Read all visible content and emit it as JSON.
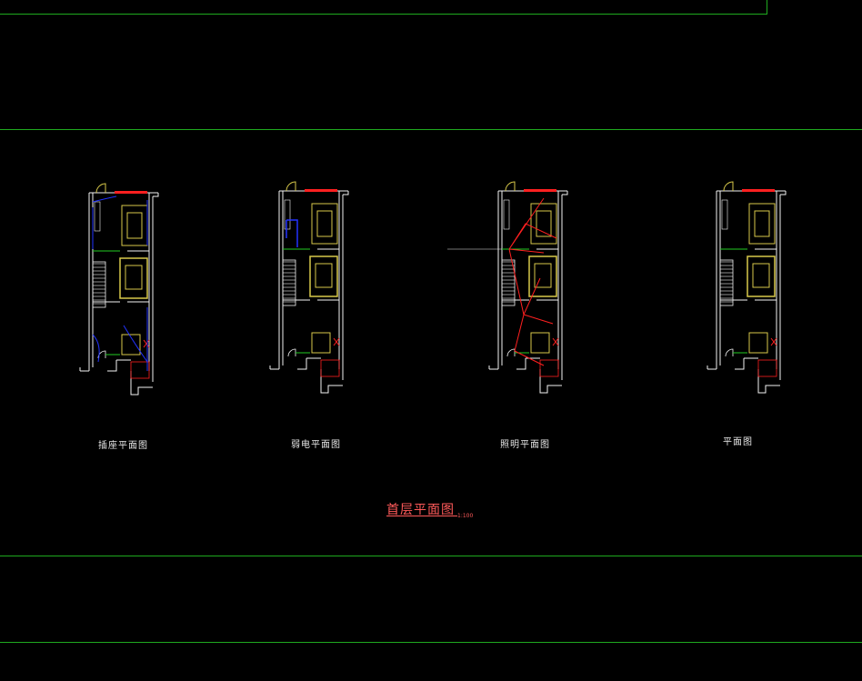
{
  "colors": {
    "background": "#000000",
    "frame": "#1faa1f",
    "wall": "#f2f2f2",
    "furniture": "#d8c94a",
    "outlet_wiring": "#2233ff",
    "lighting_wiring": "#ff2020",
    "notes": "#00e0e0",
    "title": "#ff5a5a"
  },
  "plans": [
    {
      "label": "插座平面图",
      "note": "",
      "wiring": "outlet"
    },
    {
      "label": "弱电平面图",
      "note": "",
      "wiring": "weak"
    },
    {
      "label": "照明平面图",
      "note": "",
      "wiring": "lighting"
    },
    {
      "label": "平面图",
      "note": "",
      "wiring": "none"
    }
  ],
  "sheet": {
    "title": "首层平面图",
    "subtitle": "",
    "scale": "1:100"
  }
}
